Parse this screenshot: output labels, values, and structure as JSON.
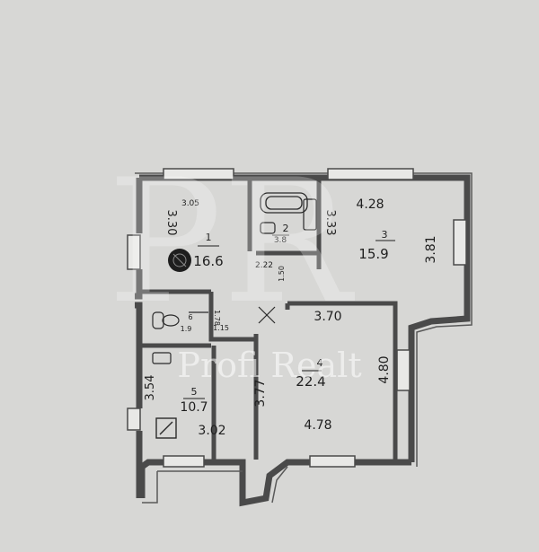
{
  "colors": {
    "paper": "#cfcfcd",
    "wall": "#4a4a4a",
    "ink": "#1f1f1f",
    "watermark": "#ffffff"
  },
  "watermark": {
    "monogram": "PR",
    "text": "Profi Realt"
  },
  "rooms": [
    {
      "id": "room-1",
      "number": "1",
      "area": "16.6"
    },
    {
      "id": "room-2",
      "number": "2",
      "area": "3.8"
    },
    {
      "id": "room-3",
      "number": "3",
      "area": "15.9"
    },
    {
      "id": "room-4",
      "number": "4",
      "area": "22.4"
    },
    {
      "id": "room-5",
      "number": "5",
      "area": "10.7"
    },
    {
      "id": "room-6",
      "number": "6",
      "area": "1.9"
    }
  ],
  "dimensions": [
    "3.05",
    "3.30",
    "3.33",
    "4.28",
    "3.81",
    "2.22",
    "1.50",
    "1.78",
    "1.15",
    "3.70",
    "4.80",
    "3.77",
    "4.78",
    "3.54",
    "3.02"
  ],
  "icons": [
    "boiler-icon",
    "toilet-icon",
    "stove-icon",
    "bathtub-icon",
    "sink-icon"
  ]
}
